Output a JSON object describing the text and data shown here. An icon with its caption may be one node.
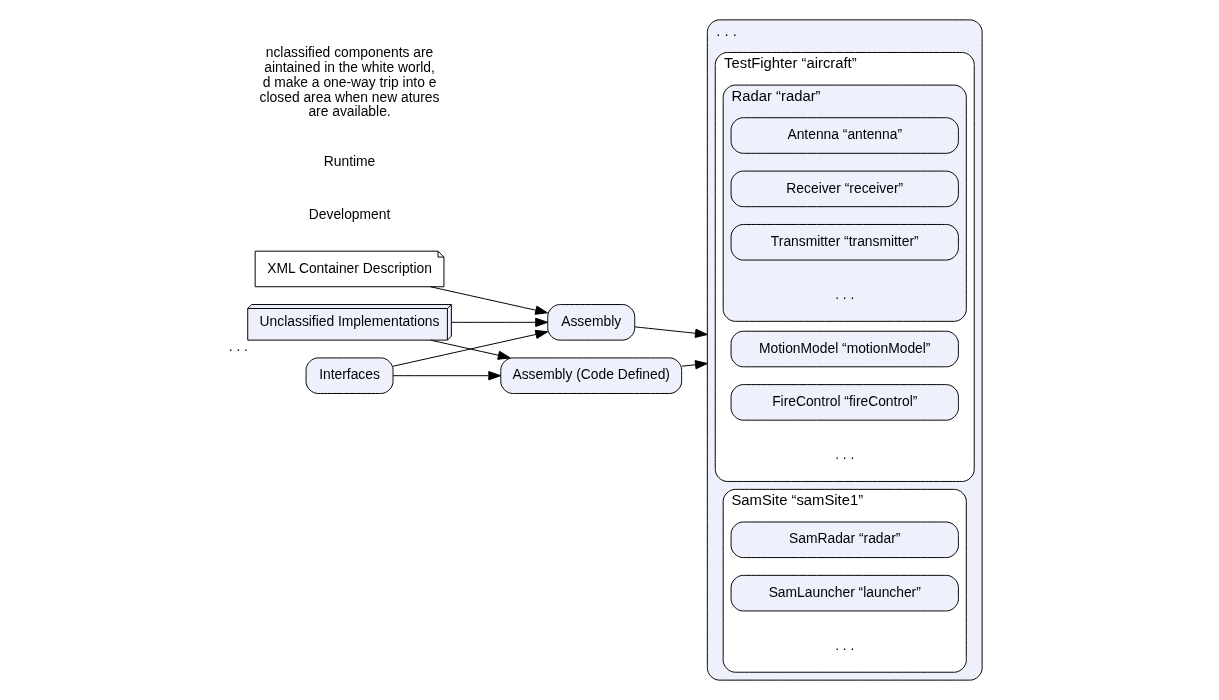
{
  "diagram": {
    "nodes": [
      {
        "text": [
          "XML Container Description"
        ]
      },
      {
        "text": [
          "Interfaces"
        ]
      },
      {
        "text": [
          "Unclassified Implementations"
        ],
        "beside": [
          ". . ."
        ]
      },
      {
        "text": [
          "Assembly"
        ]
      },
      {
        "text": [
          "Assembly (Code Defined)"
        ]
      },
      {
        "text": [
          ". . ."
        ]
      },
      {
        "text": [
          "TestFighter “aircraft”",
          ". . ."
        ],
        "in": 5
      },
      {
        "text": [
          "MotionModel “motionModel”"
        ],
        "in": 6
      },
      {
        "text": [
          "FireControl “fireControl”"
        ],
        "in": 6
      },
      {
        "text": [
          "Radar “radar”",
          ". . ."
        ],
        "in": 6
      },
      {
        "text": [
          "Antenna “antenna”"
        ],
        "in": 9
      },
      {
        "text": [
          "Receiver “receiver”"
        ],
        "in": 9
      },
      {
        "text": [
          "Transmitter “transmitter”"
        ],
        "in": 9
      },
      {
        "text": [
          "SamSite “samSite1”",
          ". . ."
        ],
        "in": 5
      },
      {
        "text": [
          "SamRadar “radar”"
        ],
        "in": 13
      },
      {
        "text": [
          "SamLauncher “launcher”"
        ],
        "in": 13
      }
    ],
    "edges": [
      {
        "from": 0,
        "to": 3,
        "arrow": "to"
      },
      {
        "from": 1,
        "to": 3,
        "arrow": "to"
      },
      {
        "from": 1,
        "to": 4,
        "arrow": "to"
      },
      {
        "from": 2,
        "to": 3,
        "arrow": "to"
      },
      {
        "from": 2,
        "to": 4,
        "arrow": "to"
      },
      {
        "from": 3,
        "to": 5,
        "arrow": "to"
      },
      {
        "from": 4,
        "to": 5,
        "arrow": "to"
      }
    ],
    "labels": [
      "Development",
      "Runtime",
      "nclassified components are aintained in the white world, d make a one-way trip into e closed area when new atures are available."
    ]
  }
}
